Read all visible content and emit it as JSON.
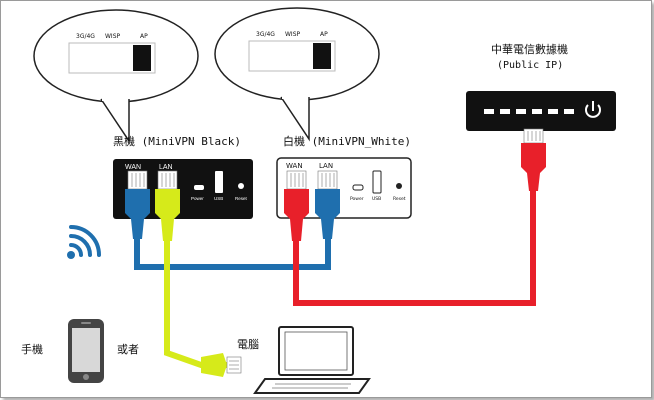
{
  "bubble_left": {
    "mode_labels": [
      "3G/4G",
      "WISP",
      "AP"
    ]
  },
  "bubble_right": {
    "mode_labels": [
      "3G/4G",
      "WISP",
      "AP"
    ]
  },
  "router_black": {
    "title": "黑機 (MiniVPN Black)",
    "port_wan": "WAN",
    "port_lan": "LAN",
    "label_power": "Power",
    "label_usb": "USB",
    "label_reset": "Reset"
  },
  "router_white": {
    "title": "白機 (MiniVPN_White)",
    "port_wan": "WAN",
    "port_lan": "LAN",
    "label_power": "Power",
    "label_usb": "USB",
    "label_reset": "Reset"
  },
  "modem": {
    "title": "中華電信數據機",
    "subtitle": "(Public IP)"
  },
  "phone_label": "手機",
  "or_label": "或者",
  "computer_label": "電腦",
  "colors": {
    "blue": "#1f6fae",
    "yellow": "#d6ea1a",
    "red": "#e8202a",
    "device_dark": "#111111"
  }
}
